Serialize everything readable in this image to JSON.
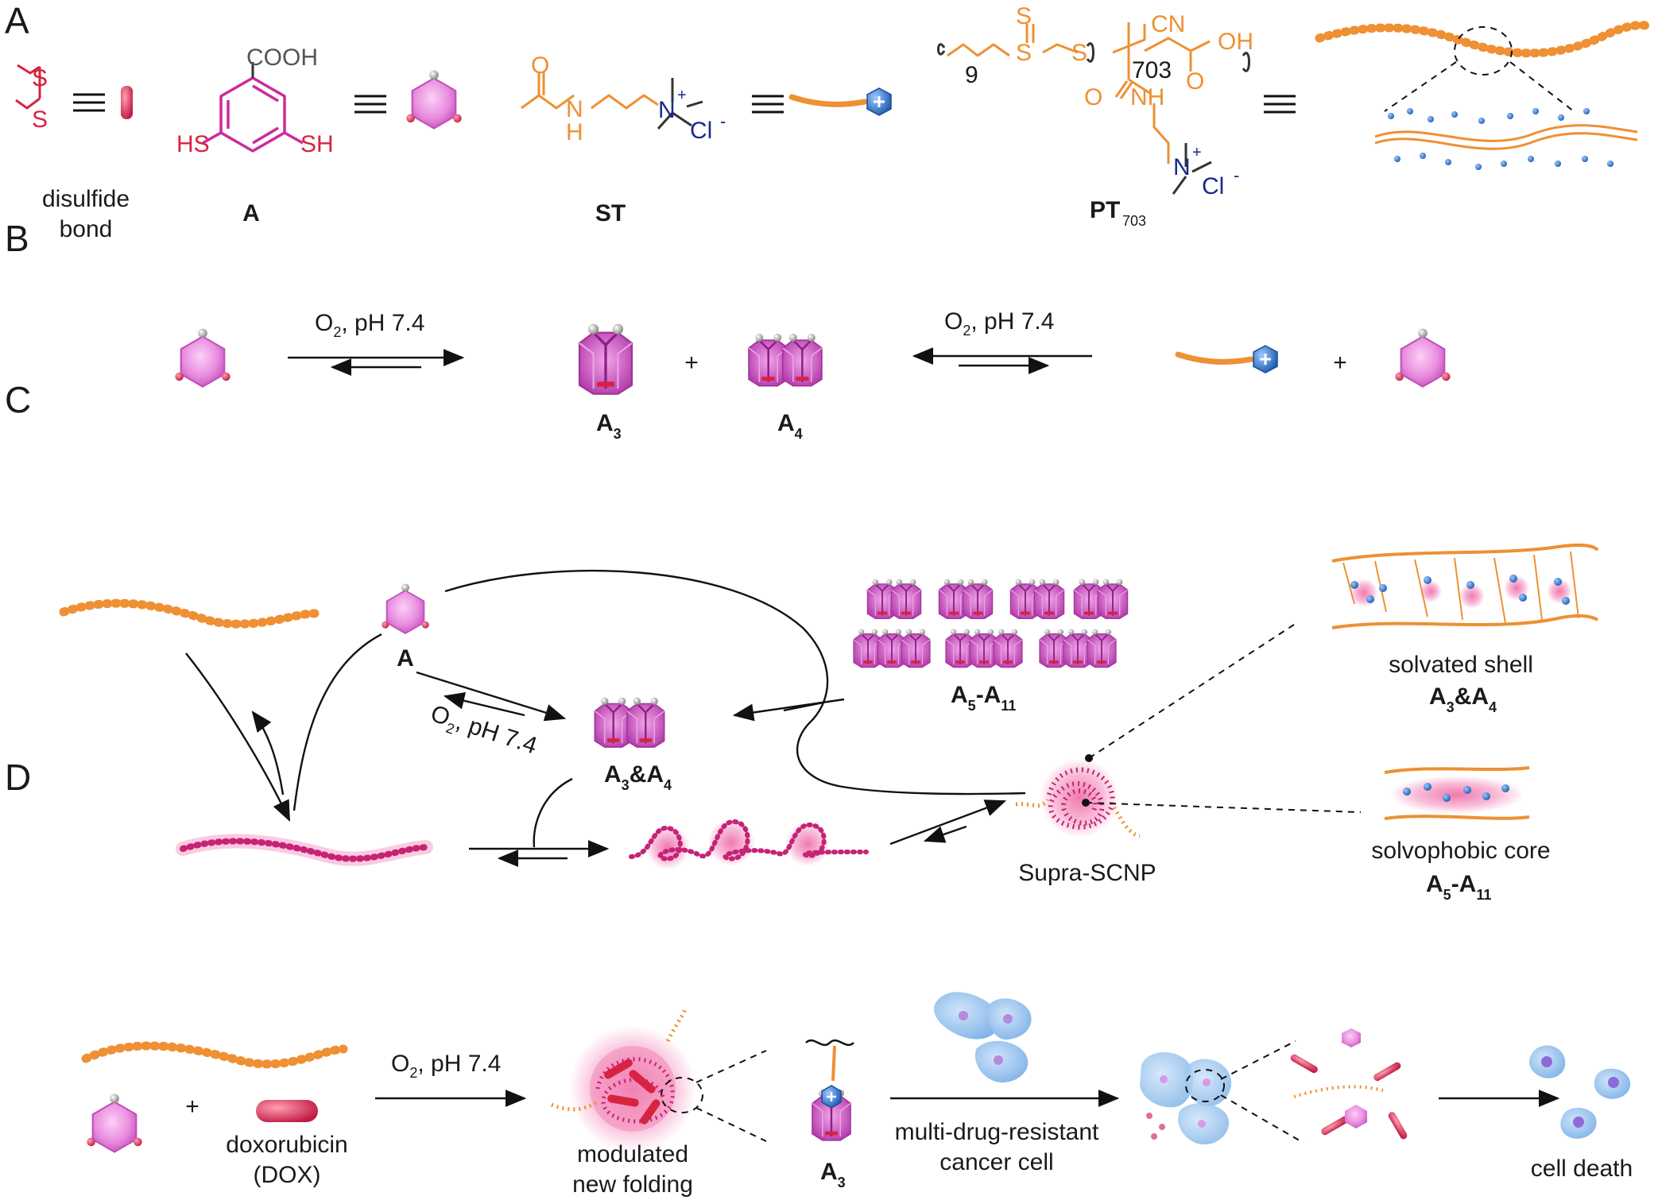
{
  "panels": {
    "a": "A",
    "b": "B",
    "c": "C",
    "d": "D"
  },
  "panelA": {
    "disulfide_line1": "disulfide",
    "disulfide_line2": "bond",
    "label_A": "A",
    "label_ST": "ST",
    "label_PT": "PT",
    "label_PT_sub": "703",
    "atom_S": "S",
    "atom_COOH": "COOH",
    "atom_HS": "HS",
    "atom_SH": "SH",
    "atom_O": "O",
    "atom_N": "N",
    "atom_H": "H",
    "atom_Nplus": "+",
    "atom_Cl": "Cl",
    "atom_Cl_charge": "-",
    "atom_CN": "CN",
    "atom_OH": "OH",
    "atom_NH": "NH",
    "repeat_9": "9",
    "repeat_703": "703"
  },
  "panelB": {
    "cond_left": "O",
    "cond_left_sub": "2",
    "cond_left_rest": ", pH 7.4",
    "cond_right": "O",
    "cond_right_sub": "2",
    "cond_right_rest": ", pH 7.4",
    "plus": "+",
    "label_A3": "A",
    "label_A3_sub": "3",
    "label_A4": "A",
    "label_A4_sub": "4"
  },
  "panelC": {
    "label_A": "A",
    "cond": "O",
    "cond_sub": "2",
    "cond_rest": ", pH 7.4",
    "label_A3A4_a": "A",
    "label_A3A4_sub1": "3",
    "label_A3A4_amp": "&A",
    "label_A3A4_sub2": "4",
    "label_A5A11_a": "A",
    "label_A5A11_sub1": "5",
    "label_A5A11_dash": "-A",
    "label_A5A11_sub2": "11",
    "supra": "Supra-SCNP",
    "shell": "solvated shell",
    "shell_A": "A",
    "shell_sub1": "3",
    "shell_amp": "&A",
    "shell_sub2": "4",
    "core": "solvophobic core",
    "core_A": "A",
    "core_sub1": "5",
    "core_dash": "-A",
    "core_sub2": "11"
  },
  "panelD": {
    "plus": "+",
    "dox_line1": "doxorubicin",
    "dox_line2": "(DOX)",
    "cond": "O",
    "cond_sub": "2",
    "cond_rest": ", pH 7.4",
    "fold_line1": "modulated",
    "fold_line2": "new folding",
    "label_A3": "A",
    "label_A3_sub": "3",
    "mdr_line1": "multi-drug-resistant",
    "mdr_line2": "cancer cell",
    "death": "cell death"
  },
  "colors": {
    "polymer": "#ee9033",
    "hexagon": "#e37ad8",
    "hexagon_dark": "#a81e9b",
    "disulfide": "#d8233f",
    "cation": "#3c7fc6",
    "cell": "#8cbcea",
    "folded_glow": "#f06aa8"
  }
}
